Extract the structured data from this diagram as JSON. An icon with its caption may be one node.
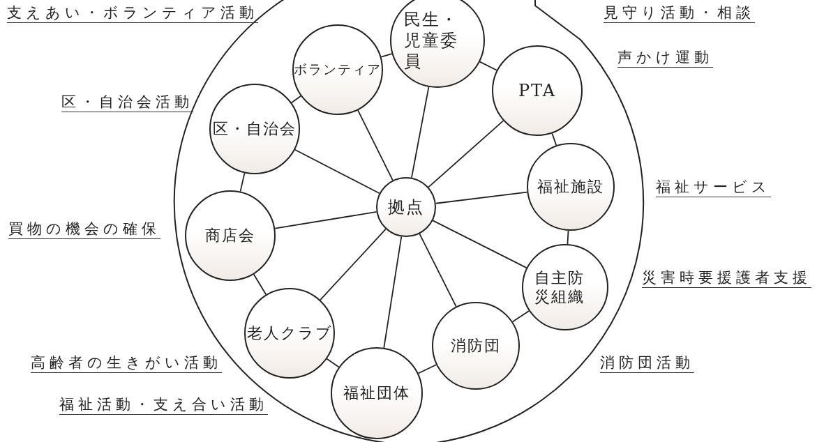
{
  "diagram": {
    "nodes": [
      {
        "text": [
          "拠点"
        ]
      },
      {
        "text": [
          "ボランティア"
        ]
      },
      {
        "text": [
          "民生・児童委員"
        ]
      },
      {
        "text": [
          "PTA"
        ]
      },
      {
        "text": [
          "福祉施設"
        ]
      },
      {
        "text": [
          "自主防災組織"
        ]
      },
      {
        "text": [
          "消防団"
        ]
      },
      {
        "text": [
          "福祉団体"
        ]
      },
      {
        "text": [
          "老人クラブ"
        ]
      },
      {
        "text": [
          "商店会"
        ]
      },
      {
        "text": [
          "区・自治会"
        ]
      }
    ],
    "edges": [
      {
        "from": 0,
        "to": 1,
        "arrow": "none"
      },
      {
        "from": 0,
        "to": 2,
        "arrow": "none"
      },
      {
        "from": 0,
        "to": 3,
        "arrow": "none"
      },
      {
        "from": 0,
        "to": 4,
        "arrow": "none"
      },
      {
        "from": 0,
        "to": 5,
        "arrow": "none"
      },
      {
        "from": 0,
        "to": 6,
        "arrow": "none"
      },
      {
        "from": 0,
        "to": 7,
        "arrow": "none"
      },
      {
        "from": 0,
        "to": 8,
        "arrow": "none"
      },
      {
        "from": 0,
        "to": 9,
        "arrow": "none"
      },
      {
        "from": 0,
        "to": 10,
        "arrow": "none"
      },
      {
        "from": 1,
        "to": 2,
        "arrow": "none"
      },
      {
        "from": 2,
        "to": 3,
        "arrow": "none"
      },
      {
        "from": 3,
        "to": 4,
        "arrow": "none"
      },
      {
        "from": 4,
        "to": 5,
        "arrow": "none"
      },
      {
        "from": 5,
        "to": 6,
        "arrow": "none"
      },
      {
        "from": 6,
        "to": 7,
        "arrow": "none"
      },
      {
        "from": 7,
        "to": 8,
        "arrow": "none"
      },
      {
        "from": 8,
        "to": 9,
        "arrow": "none"
      },
      {
        "from": 9,
        "to": 10,
        "arrow": "none"
      },
      {
        "from": 10,
        "to": 1,
        "arrow": "none"
      }
    ],
    "labels": [
      "支えあい・ボランティア活動",
      "見守り活動・相談",
      "声かけ運動",
      "区・自治会活動",
      "福祉サービス",
      "買物の機会の確保",
      "災害時要援護者支援",
      "高齢者の生きがい活動",
      "消防団活動",
      "福祉活動・支え合い活動"
    ]
  }
}
